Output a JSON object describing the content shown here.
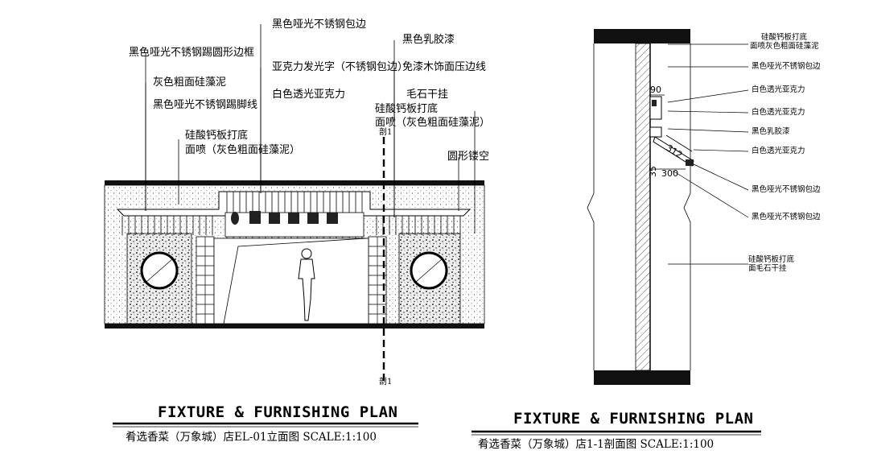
{
  "elevation": {
    "labels": [
      "黑色哑光不锈钢包边",
      "黑色哑光不锈钢踢圆形边框",
      "亚克力发光字（不锈钢包边）",
      "灰色粗面硅藻泥",
      "白色透光亚克力",
      "黑色哑光不锈钢踢脚线",
      "硅酸钙板打底",
      "面喷（灰色粗面硅藻泥）",
      "黑色乳胶漆",
      "免漆木饰面压边线",
      "毛石干挂",
      "硅酸钙板打底",
      "面喷（灰色粗面硅藻泥）",
      "圆形镂空"
    ],
    "cut_top": "剖1",
    "cut_bottom": "剖1",
    "title": "FIXTURE & FURNISHING PLAN",
    "subtitle": "肴选香菜（万象城）店EL-01立面图 SCALE:1:100"
  },
  "section": {
    "labels": [
      "硅酸钙板打底",
      "面喷灰色粗面硅藻泥",
      "黑色哑光不锈钢包边",
      "白色透光亚克力",
      "白色透光亚克力",
      "黑色乳胶漆",
      "白色透光亚克力",
      "黑色哑光不锈钢包边",
      "黑色哑光不锈钢包边",
      "硅酸钙板打底",
      "面毛石干挂"
    ],
    "dims": [
      "90",
      "312",
      "300",
      "35"
    ],
    "title": "FIXTURE & FURNISHING PLAN",
    "subtitle": "肴选香菜（万象城）店1-1剖面图 SCALE:1:100"
  }
}
